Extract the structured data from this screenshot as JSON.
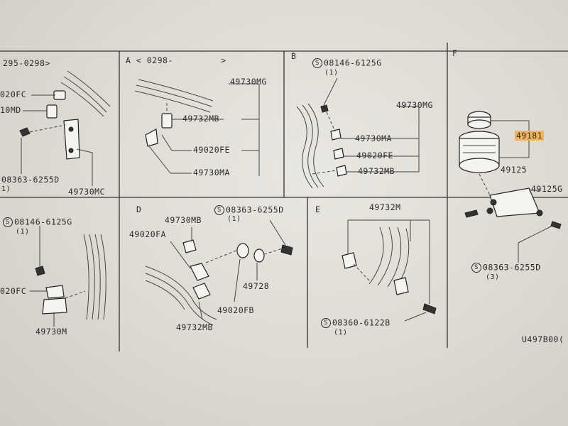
{
  "sections": {
    "main": {
      "header": "295-0298>",
      "labels": [
        "020FC",
        "10MD",
        "08363-6255D",
        "1)",
        "49730MC"
      ]
    },
    "A": {
      "letter": "A",
      "header": "< 0298-",
      "header_end": ">",
      "labels": [
        "49730MG",
        "49732MB",
        "49020FE",
        "49730MA"
      ]
    },
    "B": {
      "letter": "B",
      "bolt_code": "08146-6125G",
      "bolt_qty": "(1)",
      "labels": [
        "49730MG",
        "49730MA",
        "49020FE",
        "49732MB"
      ]
    },
    "F": {
      "letter": "F",
      "labels": [
        "49181",
        "49125",
        "49125G",
        "08363-6255D",
        "(3)"
      ]
    },
    "C": {
      "bolt_code": "08146-6125G",
      "bolt_qty": "(1)",
      "labels": [
        "020FC",
        "49730M"
      ]
    },
    "D": {
      "letter": "D",
      "bolt_code": "08363-6255D",
      "bolt_qty": "(1)",
      "labels": [
        "49730MB",
        "49020FA",
        "49728",
        "49020FB",
        "49732MB"
      ]
    },
    "E": {
      "letter": "E",
      "labels": [
        "49732M",
        "08360-6122B",
        "(1)"
      ]
    }
  },
  "screw_symbol": "S",
  "diagram_code": "U497B00("
}
